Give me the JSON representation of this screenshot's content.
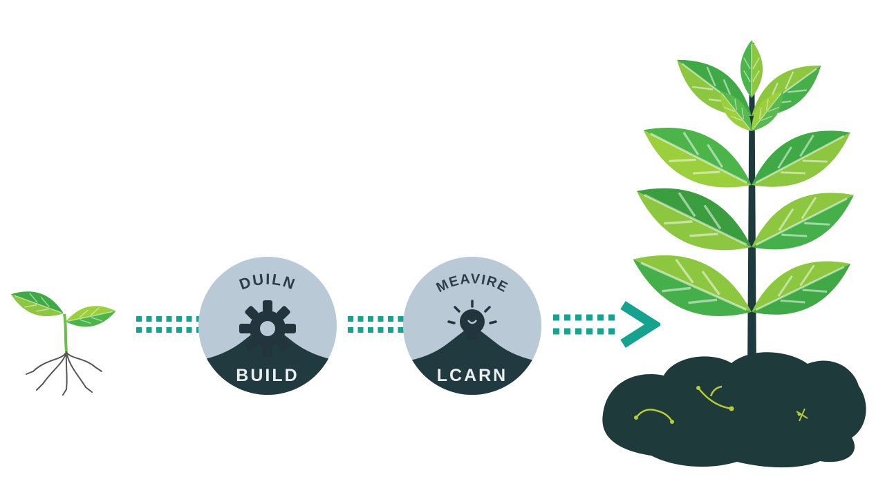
{
  "stages": [
    {
      "arc_text": "DUILN",
      "label": "BUILD",
      "icon": "gear-icon"
    },
    {
      "arc_text": "MEAVIRE",
      "label": "LCARN",
      "icon": "lightbulb-icon"
    }
  ],
  "arrows": {
    "count": 3,
    "style": "dotted-teal-chevron"
  },
  "icons": [
    "seedling-icon",
    "gear-icon",
    "lightbulb-icon",
    "dotted-arrow-icon",
    "mature-plant-icon",
    "soil-icon"
  ],
  "colors": {
    "background": "#ffffff",
    "arrow_teal": "#14a38f",
    "badge_fill": "#b9c9d6",
    "badge_dark": "#203a40",
    "arc_text_color": "#2e3d47",
    "label_color": "#e9eff2",
    "leaf_light": "#8dc63f",
    "leaf_green": "#3faa45",
    "stem_dark": "#1d3b3d",
    "soil_dark": "#1e3a3a",
    "soil_root_marks": "#b8cc35",
    "seedling_stem": "#6abf4b",
    "seedling_roots": "#565656"
  }
}
